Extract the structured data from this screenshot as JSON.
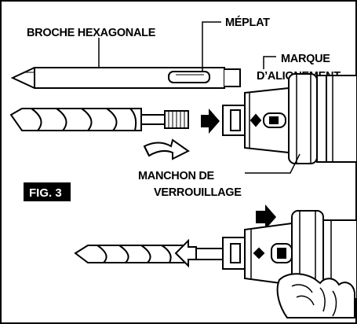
{
  "figure": {
    "label": "FIG. 3",
    "colors": {
      "ink": "#000000",
      "paper": "#ffffff",
      "tag_bg": "#000000"
    }
  },
  "callouts": {
    "hex_shank": "BROCHE HEXAGONALE",
    "flat": "MÉPLAT",
    "alignment_mark_line1": "MARQUE",
    "alignment_mark_line2": "D’ALIGNEMENT",
    "locking_sleeve_line1": "MANCHON DE",
    "locking_sleeve_line2": "VERROUILLAGE"
  },
  "icons": [
    "push-arrow-icon",
    "rotate-arrow-icon",
    "pull-sleeve-arrow-icon",
    "withdraw-arrow-icon"
  ]
}
